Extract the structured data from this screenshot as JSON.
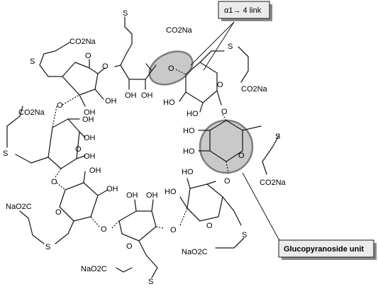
{
  "callouts": {
    "link": "α1→ 4 link",
    "unit": "Glucopyranoside unit"
  },
  "labels": {
    "oxygen": "O",
    "hydroxyl": "OH",
    "hydroxyl_left": "HO",
    "sulfur": "S",
    "carboxylate": "CO2Na",
    "carboxylate_left": "NaO2C"
  },
  "colors": {
    "highlight_fill": "#c9c9c9",
    "highlight_stroke": "#7d7d7d",
    "callout_fill": "#ebebeb",
    "ink": "#1a1a1a"
  }
}
